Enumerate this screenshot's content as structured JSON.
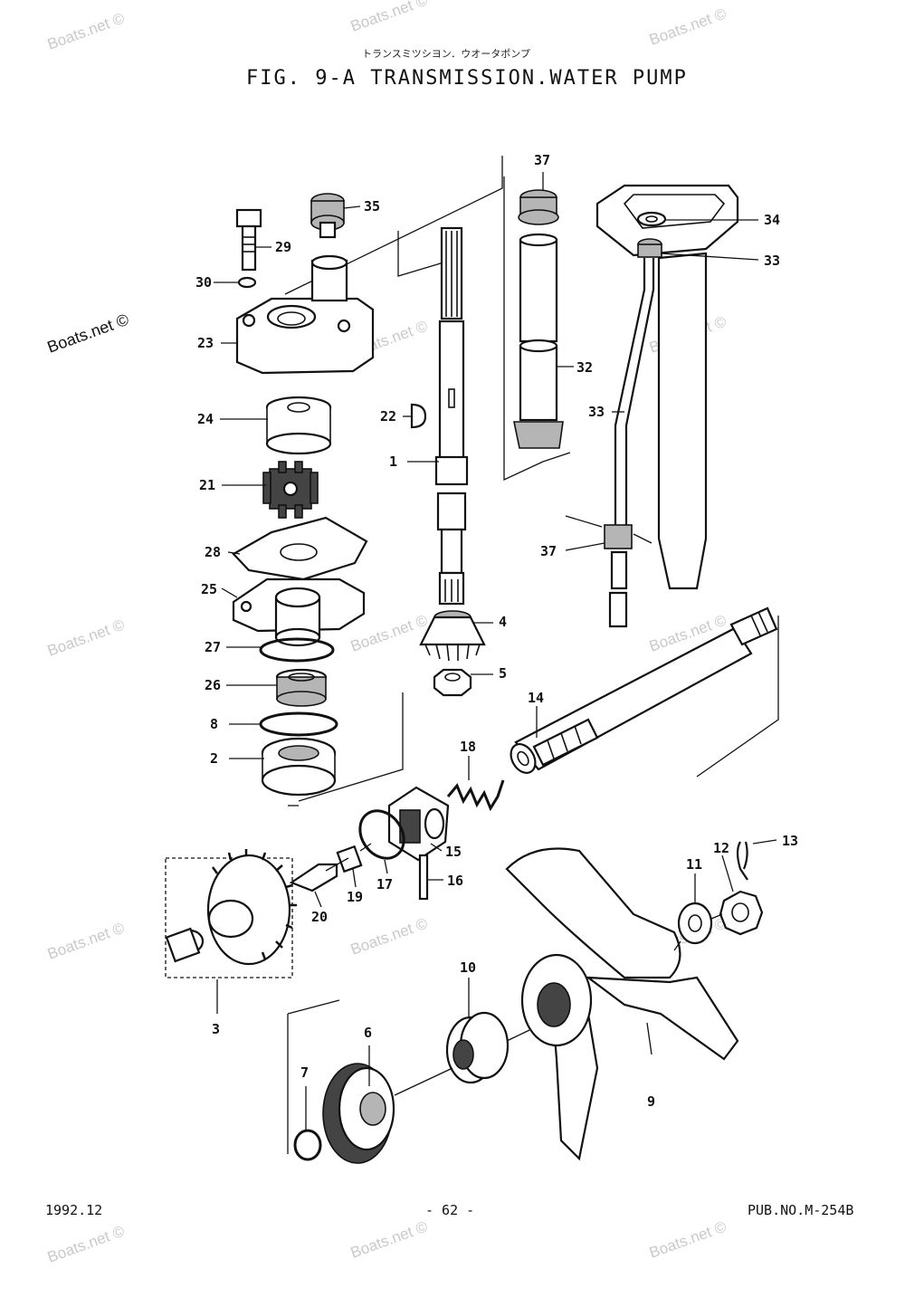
{
  "header": {
    "japanese_title": "トランスミツシヨン．ウオータポンプ",
    "figure_title": "FIG.  9-A TRANSMISSION.WATER PUMP"
  },
  "watermark": {
    "text": "Boats.net ©"
  },
  "callouts": {
    "c1": "1",
    "c2": "2",
    "c3": "3",
    "c4": "4",
    "c5": "5",
    "c6": "6",
    "c7": "7",
    "c8": "8",
    "c9": "9",
    "c10": "10",
    "c11": "11",
    "c12": "12",
    "c13": "13",
    "c14": "14",
    "c15": "15",
    "c16": "16",
    "c17": "17",
    "c18": "18",
    "c19": "19",
    "c20": "20",
    "c21": "21",
    "c22": "22",
    "c23": "23",
    "c24": "24",
    "c25": "25",
    "c26": "26",
    "c27": "27",
    "c28": "28",
    "c29": "29",
    "c30": "30",
    "c32": "32",
    "c33a": "33",
    "c33b": "33",
    "c34": "34",
    "c35": "35",
    "c37a": "37",
    "c37b": "37"
  },
  "footer": {
    "date": "1992.12",
    "page": "- 62 -",
    "pub_no": "PUB.NO.M-254B"
  }
}
